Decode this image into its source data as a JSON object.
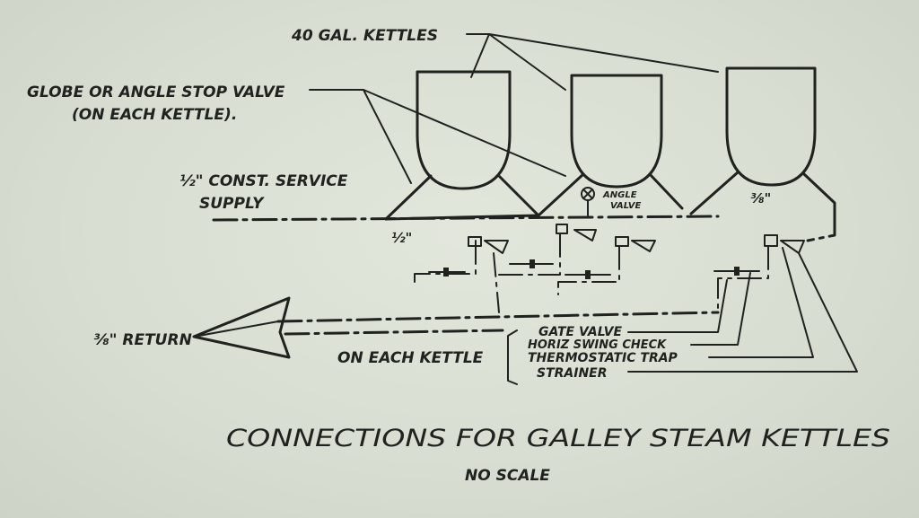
{
  "labels": {
    "kettles": "40 GAL. KETTLES",
    "stop_valve_line1": "GLOBE OR ANGLE STOP VALVE",
    "stop_valve_line2": "(ON EACH KETTLE).",
    "service_line1": "½\" CONST. SERVICE",
    "service_line2": "SUPPLY",
    "half_inch": "½\"",
    "angle_valve_line1": "ANGLE",
    "angle_valve_line2": "VALVE",
    "three_eighths": "⅜\"",
    "return": "⅜\" RETURN",
    "on_each_kettle": "ON EACH KETTLE",
    "gate_valve": "GATE VALVE",
    "swing_check": "HORIZ SWING CHECK",
    "thermostatic_trap": "THERMOSTATIC TRAP",
    "strainer": "STRAINER"
  },
  "title": "CONNECTIONS FOR GALLEY STEAM KETTLES",
  "subtitle": "NO SCALE"
}
